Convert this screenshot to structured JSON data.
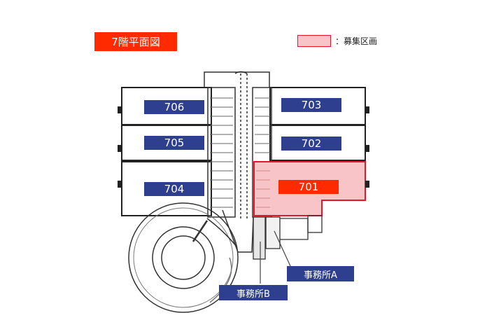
{
  "title": "7階平面図",
  "legend": {
    "label": "：募集区画",
    "fill": "#f9c4c8",
    "border": "#e0192a"
  },
  "units": [
    {
      "id": "706",
      "label": "706",
      "selected": false
    },
    {
      "id": "705",
      "label": "705",
      "selected": false
    },
    {
      "id": "704",
      "label": "704",
      "selected": false
    },
    {
      "id": "703",
      "label": "703",
      "selected": false
    },
    {
      "id": "702",
      "label": "702",
      "selected": false
    },
    {
      "id": "701",
      "label": "701",
      "selected": true
    }
  ],
  "offices": [
    {
      "id": "A",
      "label": "事務所A"
    },
    {
      "id": "B",
      "label": "事務所B"
    }
  ],
  "colors": {
    "accent": "#ff2a00",
    "label_bg": "#2e3f8f"
  }
}
